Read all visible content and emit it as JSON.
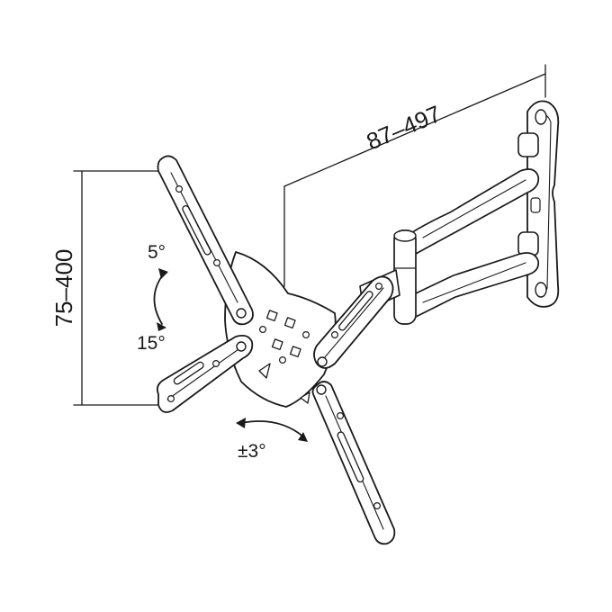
{
  "dimensions": {
    "vesa_range": "75–400",
    "extension_range": "87–497"
  },
  "angles": {
    "tilt_forward": "5°",
    "tilt_back": "15°",
    "rotation": "±3°"
  },
  "colors": {
    "line": "#1a1a1a",
    "background": "#ffffff"
  }
}
